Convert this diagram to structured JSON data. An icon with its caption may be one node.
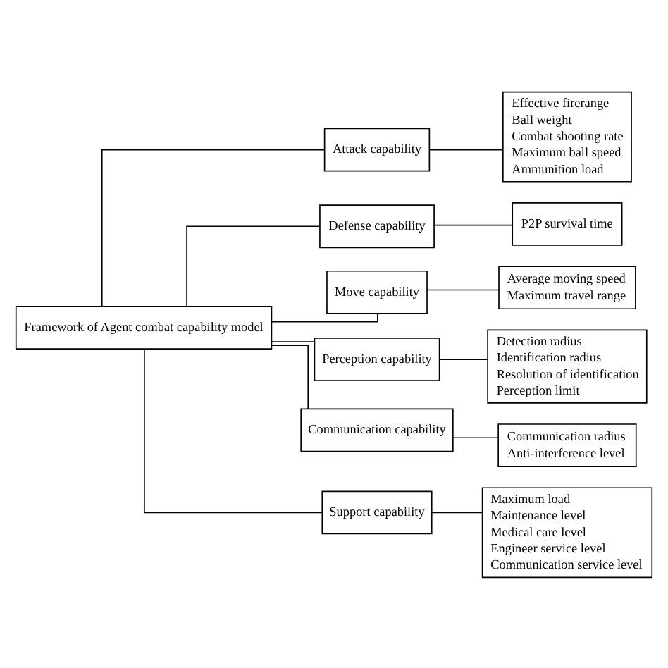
{
  "diagram": {
    "nodes": [
      {
        "text": [
          "Framework of Agent combat capability model"
        ]
      },
      {
        "text": [
          "Attack capability"
        ]
      },
      {
        "text": [
          "Effective firerange",
          "Ball weight",
          "Combat shooting rate",
          "Maximum ball speed",
          "Ammunition load"
        ]
      },
      {
        "text": [
          "Defense capability"
        ]
      },
      {
        "text": [
          "P2P survival time"
        ]
      },
      {
        "text": [
          "Move capability"
        ]
      },
      {
        "text": [
          "Average moving speed",
          "Maximum travel range"
        ]
      },
      {
        "text": [
          "Perception capability"
        ]
      },
      {
        "text": [
          "Detection radius",
          "Identification radius",
          "Resolution of identification",
          "Perception limit"
        ]
      },
      {
        "text": [
          "Communication capability"
        ]
      },
      {
        "text": [
          "Communication radius",
          "Anti-interference level"
        ]
      },
      {
        "text": [
          "Support capability"
        ]
      },
      {
        "text": [
          "Maximum load",
          "Maintenance level",
          "Medical care level",
          "Engineer service level",
          "Communication service level"
        ]
      }
    ],
    "edges": [
      {
        "from": 0,
        "to": 1,
        "arrow": "none"
      },
      {
        "from": 0,
        "to": 3,
        "arrow": "none"
      },
      {
        "from": 0,
        "to": 5,
        "arrow": "none"
      },
      {
        "from": 0,
        "to": 7,
        "arrow": "none"
      },
      {
        "from": 0,
        "to": 9,
        "arrow": "none"
      },
      {
        "from": 0,
        "to": 11,
        "arrow": "none"
      },
      {
        "from": 1,
        "to": 2,
        "arrow": "none"
      },
      {
        "from": 3,
        "to": 4,
        "arrow": "none"
      },
      {
        "from": 5,
        "to": 6,
        "arrow": "none"
      },
      {
        "from": 7,
        "to": 8,
        "arrow": "none"
      },
      {
        "from": 9,
        "to": 10,
        "arrow": "none"
      },
      {
        "from": 11,
        "to": 12,
        "arrow": "none"
      }
    ]
  }
}
